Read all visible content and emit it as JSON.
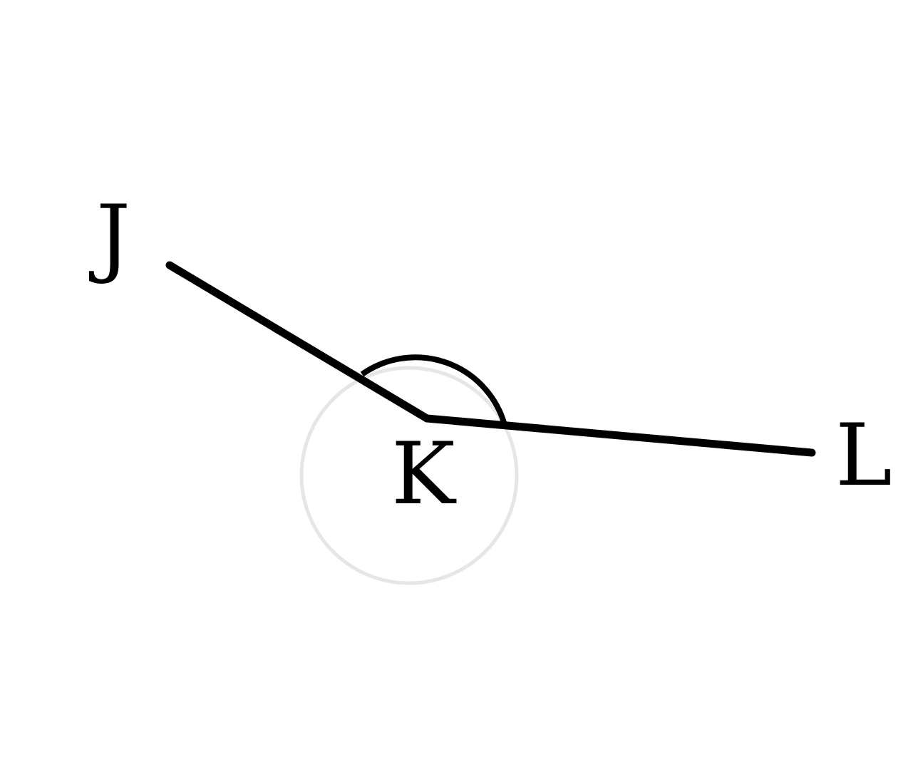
{
  "diagram": {
    "type": "angle",
    "points": {
      "J": "J",
      "K": "K",
      "L": "L"
    },
    "line_color": "#000000",
    "arc_color": "#000000",
    "faint_circle_color": "#e6e6e6",
    "background": "#ffffff"
  }
}
